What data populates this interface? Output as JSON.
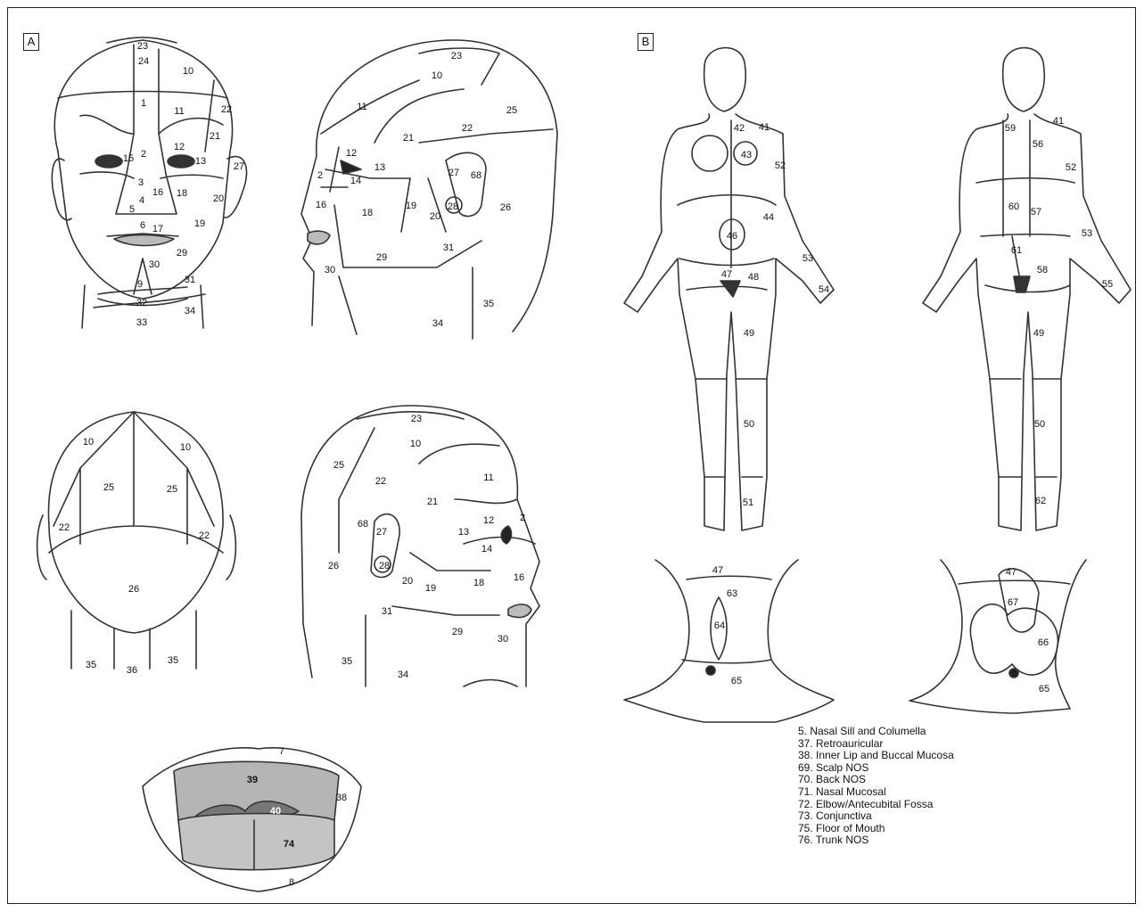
{
  "panels": {
    "a": "A",
    "b": "B"
  },
  "regions": {
    "front_face": [
      "23",
      "24",
      "10",
      "1",
      "11",
      "22",
      "21",
      "27",
      "15",
      "2",
      "12",
      "13",
      "3",
      "4",
      "16",
      "18",
      "20",
      "5",
      "19",
      "6",
      "17",
      "29",
      "30",
      "9",
      "31",
      "32",
      "34",
      "33"
    ],
    "side_left": [
      "23",
      "10",
      "11",
      "25",
      "21",
      "22",
      "12",
      "13",
      "2",
      "14",
      "27",
      "68",
      "16",
      "18",
      "19",
      "20",
      "28",
      "26",
      "31",
      "30",
      "29",
      "35",
      "34"
    ],
    "back_head": [
      "10",
      "10",
      "25",
      "25",
      "22",
      "22",
      "26",
      "35",
      "36",
      "35"
    ],
    "side_right": [
      "23",
      "10",
      "25",
      "22",
      "11",
      "21",
      "12",
      "2",
      "68",
      "27",
      "13",
      "14",
      "16",
      "26",
      "28",
      "20",
      "19",
      "18",
      "31",
      "29",
      "30",
      "35",
      "34"
    ],
    "mouth": [
      "7",
      "39",
      "40",
      "38",
      "74",
      "8"
    ],
    "body_front": [
      "42",
      "41",
      "43",
      "52",
      "44",
      "46",
      "53",
      "47",
      "48",
      "54",
      "49",
      "50",
      "51"
    ],
    "body_back": [
      "59",
      "41",
      "56",
      "52",
      "60",
      "57",
      "53",
      "61",
      "58",
      "55",
      "49",
      "50",
      "62"
    ],
    "genital_front": [
      "47",
      "63",
      "64",
      "65"
    ],
    "genital_back": [
      "47",
      "67",
      "66",
      "65"
    ]
  },
  "legend": [
    "5. Nasal Sill and Columella",
    "37. Retroauricular",
    "38. Inner Lip and Buccal Mucosa",
    "69. Scalp NOS",
    "70. Back NOS",
    "71. Nasal Mucosal",
    "72. Elbow/Antecubital Fossa",
    "73. Conjunctiva",
    "75. Floor of Mouth",
    "76. Trunk NOS"
  ]
}
